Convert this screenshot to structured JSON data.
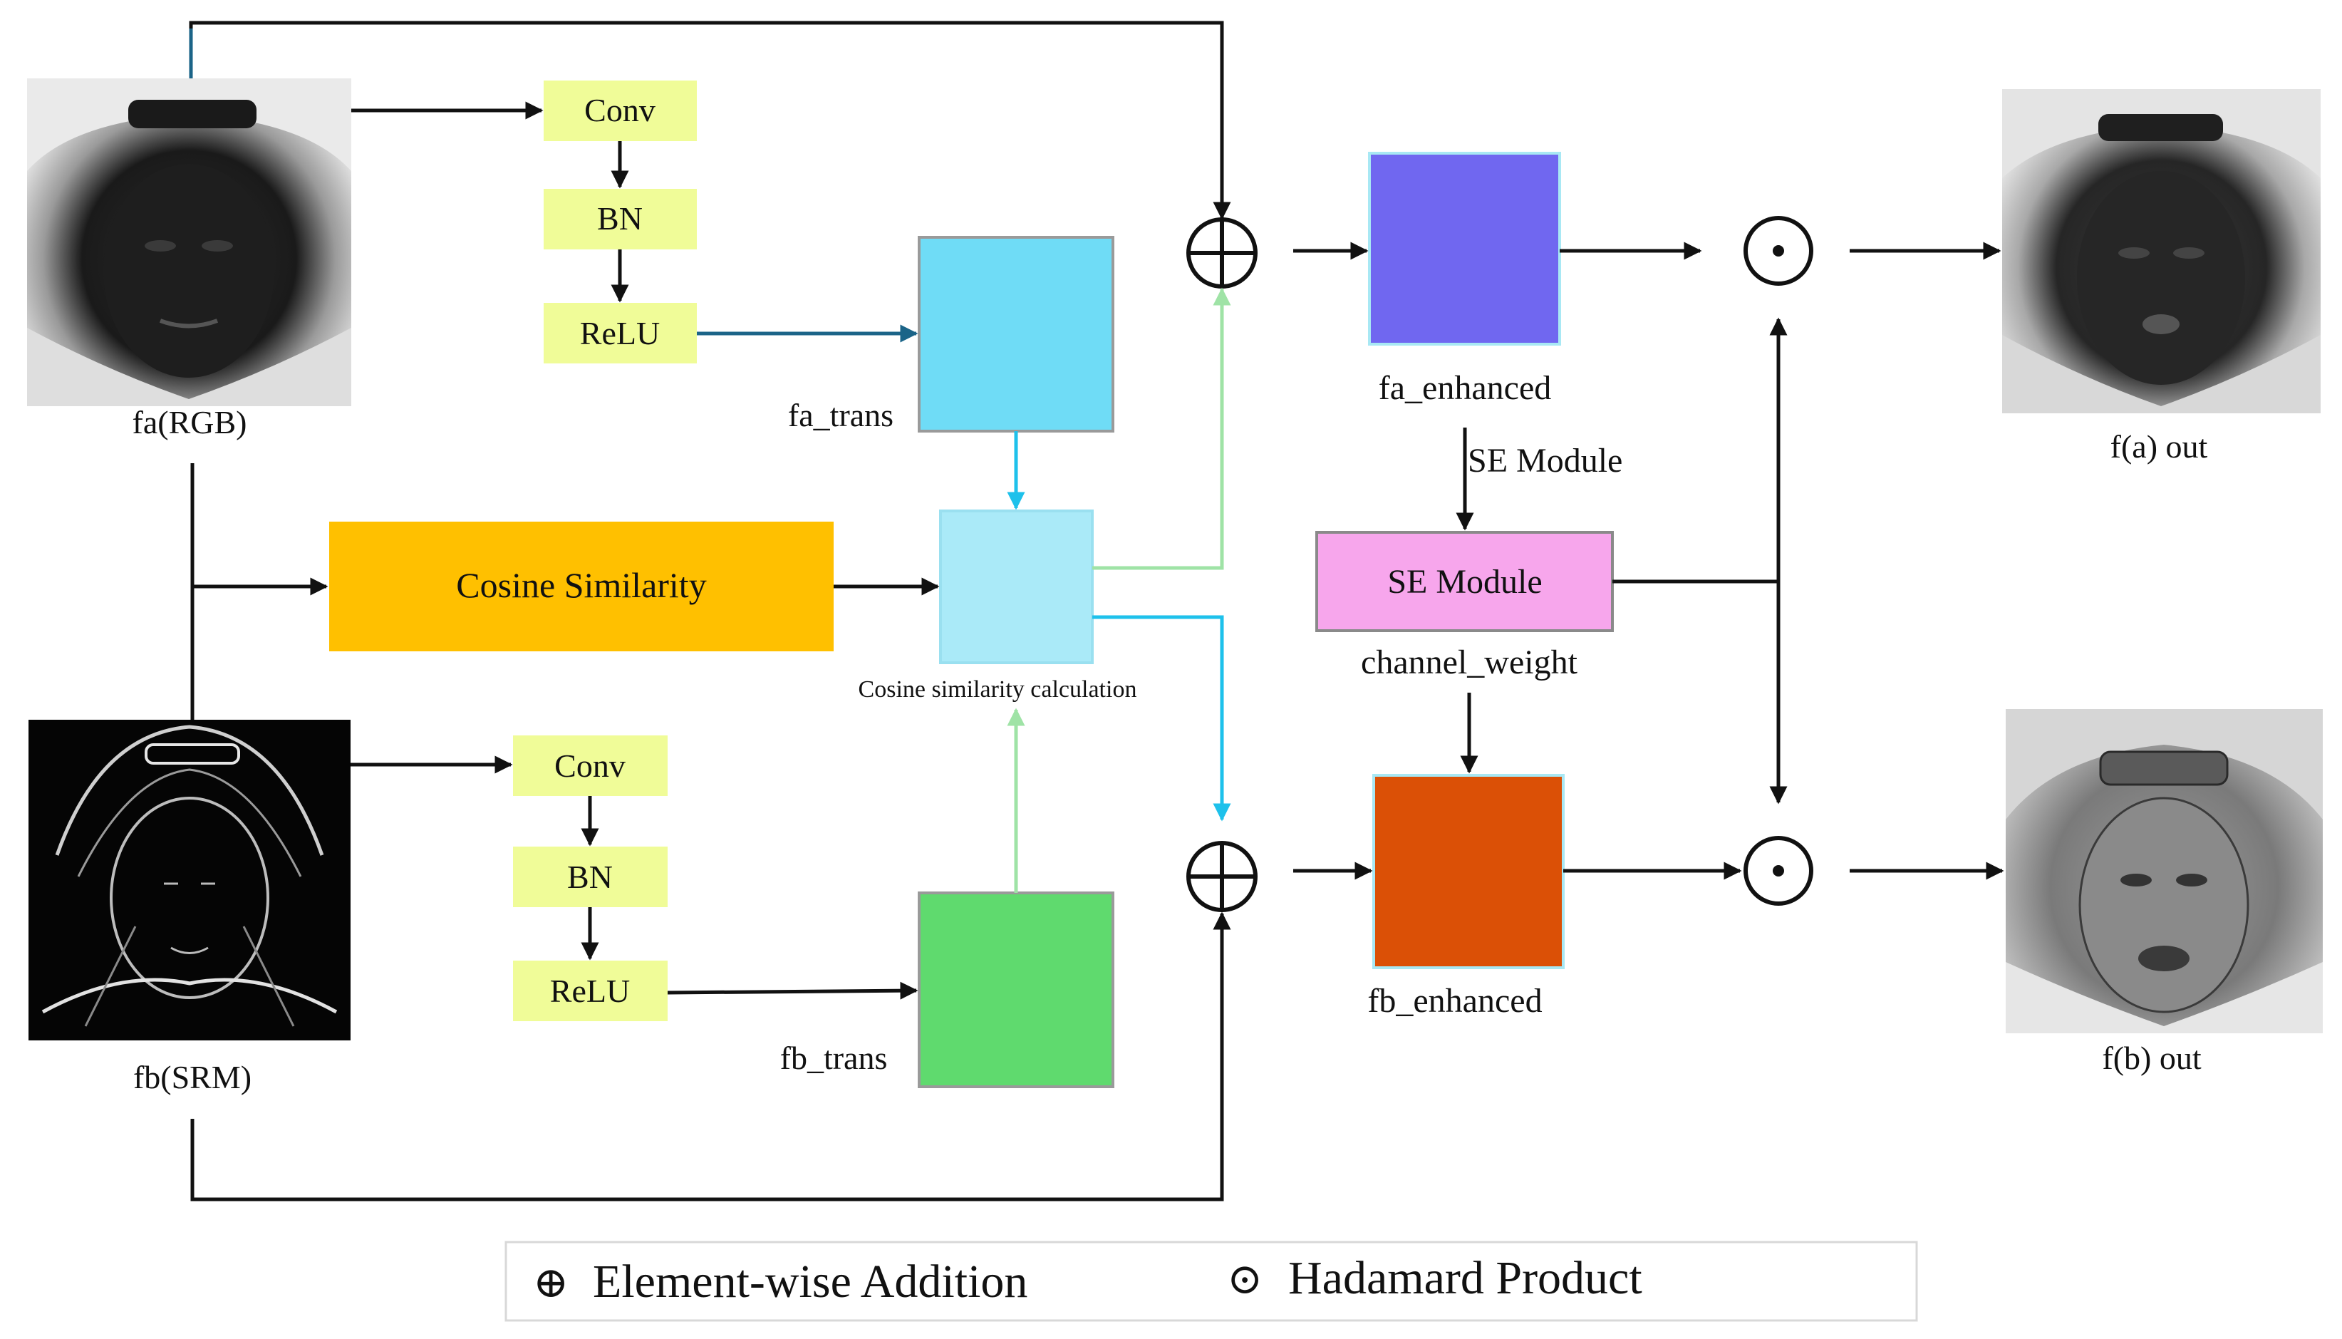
{
  "inputs": {
    "fa_label": "fa(RGB)",
    "fb_label": "fb(SRM)"
  },
  "top_branch": {
    "conv": "Conv",
    "bn": "BN",
    "relu": "ReLU",
    "trans_label": "fa_trans"
  },
  "bottom_branch": {
    "conv": "Conv",
    "bn": "BN",
    "relu": "ReLU",
    "trans_label": "fb_trans"
  },
  "cosine": {
    "block_label": "Cosine Similarity",
    "calc_label": "Cosine similarity calculation"
  },
  "enhanced": {
    "fa_label": "fa_enhanced",
    "fb_label": "fb_enhanced"
  },
  "se": {
    "arrow_label": "SE Module",
    "block_label": "SE Module",
    "weight_label": "channel_weight"
  },
  "outputs": {
    "fa_label": "f(a) out",
    "fb_label": "f(b) out"
  },
  "legend": {
    "add_symbol": "⊕",
    "add_text": "Element-wise Addition",
    "hadamard_symbol": "⊙",
    "hadamard_text": "Hadamard Product"
  },
  "colors": {
    "conv_box": "#f0fc98",
    "fa_trans": "#6fdcf6",
    "fb_trans": "#5fda6e",
    "cosine_block": "#ffc000",
    "cos_calc": "#aaeaf8",
    "fa_enhanced": "#7067f0",
    "fb_enhanced": "#db5006",
    "se_module": "#f7a6ec",
    "link_teal": "#1b6488",
    "link_cyan": "#1ec1eb",
    "link_green": "#9fe3a6"
  }
}
